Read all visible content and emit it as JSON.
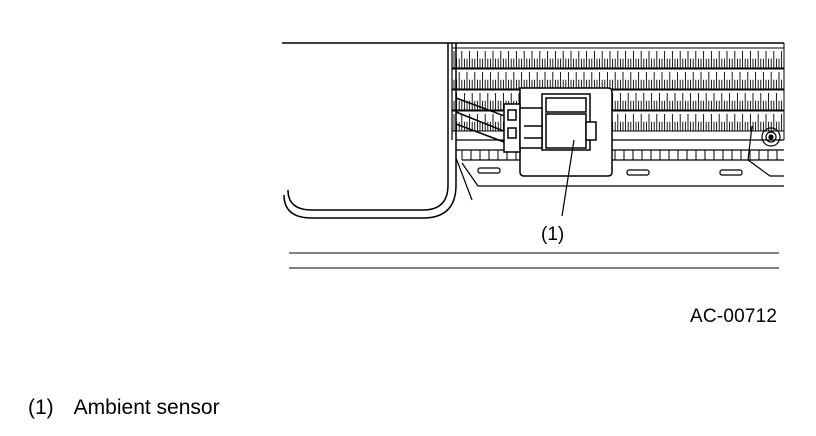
{
  "diagram": {
    "callout": "(1)",
    "figure_id": "AC-00712",
    "legend": [
      {
        "number": "(1)",
        "label": "Ambient sensor"
      }
    ]
  }
}
